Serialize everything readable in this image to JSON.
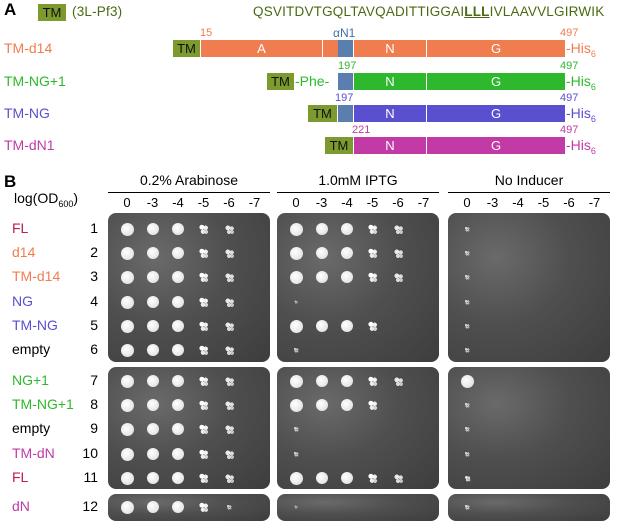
{
  "panel_a": {
    "letter": "A",
    "tm_label": "TM",
    "tm_source": "(3L-Pf3)",
    "sequence_before": "QSVITDVTGQLTAVQADITTIGGAI",
    "sequence_bold": "LLL",
    "sequence_after": "IVLAAVVLGIRWIK",
    "an1_label": "αN1",
    "his_text": "-His",
    "his_sub": "6",
    "constructs": [
      {
        "name": "TM-d14",
        "color": "#f07d4f",
        "tm": "TM",
        "segments": [
          "A",
          "",
          "N",
          "G"
        ],
        "start": "15",
        "end": "497",
        "linker": ""
      },
      {
        "name": "TM-NG+1",
        "color": "#2db82d",
        "tm": "TM",
        "segments": [
          "",
          "N",
          "G"
        ],
        "start": "197",
        "end": "497",
        "linker": "-Phe-"
      },
      {
        "name": "TM-NG",
        "color": "#5a4fcf",
        "tm": "TM",
        "segments": [
          "",
          "N",
          "G"
        ],
        "start": "197",
        "end": "497",
        "linker": ""
      },
      {
        "name": "TM-dN1",
        "color": "#c23aa6",
        "tm": "TM",
        "segments": [
          "N",
          "G"
        ],
        "start": "221",
        "end": "497",
        "linker": ""
      }
    ]
  },
  "panel_b": {
    "letter": "B",
    "log_label": "log(OD",
    "log_sub": "600",
    "log_close": ")",
    "conditions": [
      "0.2% Arabinose",
      "1.0mM IPTG",
      "No Inducer"
    ],
    "dilutions": [
      "0",
      "-3",
      "-4",
      "-5",
      "-6",
      "-7"
    ],
    "rows": [
      {
        "label": "FL",
        "num": "1",
        "color": "#c2185b",
        "growth": [
          5,
          5,
          0.5
        ]
      },
      {
        "label": "d14",
        "num": "2",
        "color": "#f07d4f",
        "growth": [
          5,
          5,
          0.5
        ]
      },
      {
        "label": "TM-d14",
        "num": "3",
        "color": "#f07d4f",
        "growth": [
          5,
          5,
          0.5
        ]
      },
      {
        "label": "NG",
        "num": "4",
        "color": "#5a4fcf",
        "growth": [
          5,
          0.3,
          0.5
        ]
      },
      {
        "label": "TM-NG",
        "num": "5",
        "color": "#5a4fcf",
        "growth": [
          5,
          4,
          0.5
        ]
      },
      {
        "label": "empty",
        "num": "6",
        "color": "#000000",
        "growth": [
          5,
          0.5,
          0.5
        ]
      },
      {
        "label": "NG+1",
        "num": "7",
        "color": "#2db82d",
        "growth": [
          5,
          5,
          1
        ]
      },
      {
        "label": "TM-NG+1",
        "num": "8",
        "color": "#2db82d",
        "growth": [
          5,
          4,
          0.5
        ]
      },
      {
        "label": "empty",
        "num": "9",
        "color": "#000000",
        "growth": [
          5,
          0.5,
          0.5
        ]
      },
      {
        "label": "TM-dN",
        "num": "10",
        "color": "#c23aa6",
        "growth": [
          5,
          0.5,
          0.5
        ]
      },
      {
        "label": "FL",
        "num": "11",
        "color": "#c2185b",
        "growth": [
          5,
          5,
          0.8
        ]
      },
      {
        "label": "dN",
        "num": "12",
        "color": "#c23aa6",
        "growth": [
          4.5,
          0.1,
          0.5
        ]
      }
    ]
  }
}
